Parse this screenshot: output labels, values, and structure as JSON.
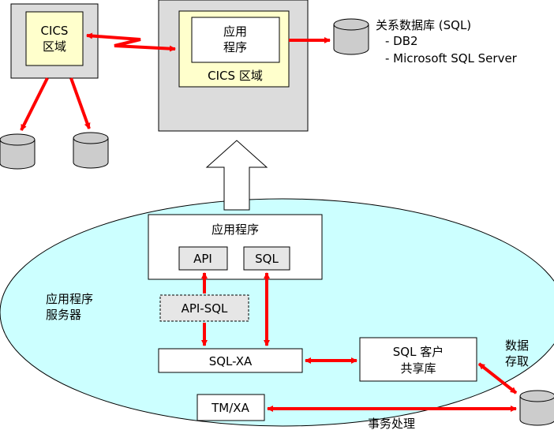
{
  "cics_left": {
    "line1": "CICS",
    "line2": "区域"
  },
  "cics_center": {
    "app_line1": "应用",
    "app_line2": "程序",
    "region_label": "CICS 区域"
  },
  "rdb": {
    "title": "关系数据库 (SQL)",
    "items": [
      "- DB2",
      "- Microsoft SQL Server"
    ]
  },
  "app_server": {
    "label_line1": "应用程序",
    "label_line2": "服务器",
    "app_box_label": "应用程序",
    "api_label": "API",
    "sql_label": "SQL",
    "api_sql_label": "API-SQL",
    "sqlxa_label": "SQL-XA",
    "shared_line1": "SQL 客户",
    "shared_line2": "共享库",
    "tmxa_label": "TM/XA"
  },
  "data_access": {
    "line1": "数据",
    "line2": "存取"
  },
  "transaction_label": "事务处理",
  "colors": {
    "arrow": "#ff0000",
    "ellipse_fill": "#ccffff",
    "cics_box_fill": "#ffffcc",
    "region_fill": "#dcdcdc",
    "component_fill": "#e6e6e6",
    "cylinder_fill": "#cccccc"
  }
}
